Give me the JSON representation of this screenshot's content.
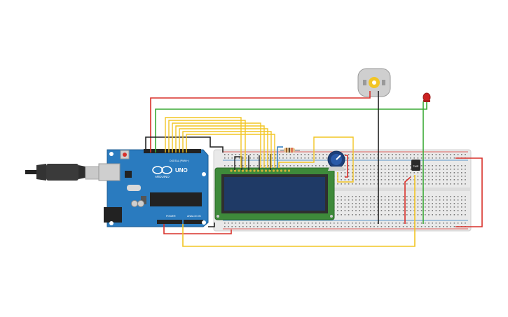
{
  "canvas": {
    "background": "#ffffff"
  },
  "components": {
    "arduino": {
      "model_label": "UNO",
      "brand_label": "ARDUINO",
      "digital_label": "DIGITAL (PWM~)",
      "power_label": "POWER",
      "analog_label": "ANALOG IN",
      "board_color": "#2a7bbf"
    },
    "lcd": {
      "type": "16x2 LCD",
      "pcb_color": "#3e8a3a",
      "screen_color": "#1f3a66"
    },
    "potentiometer": {
      "type": "potentiometer"
    },
    "resistor": {
      "type": "resistor"
    },
    "motor": {
      "type": "dc-motor"
    },
    "led": {
      "type": "led",
      "color": "#cc2222"
    },
    "temp_sensor": {
      "type": "temperature-sensor",
      "label": "TMP"
    },
    "usb_cable": {
      "type": "usb-cable"
    },
    "breadboard": {
      "type": "breadboard"
    }
  },
  "wire_colors": {
    "power": "#d9302a",
    "ground": "#222222",
    "signal": "#f2c524",
    "green": "#3aaa35",
    "blue": "#2a7bbf"
  }
}
